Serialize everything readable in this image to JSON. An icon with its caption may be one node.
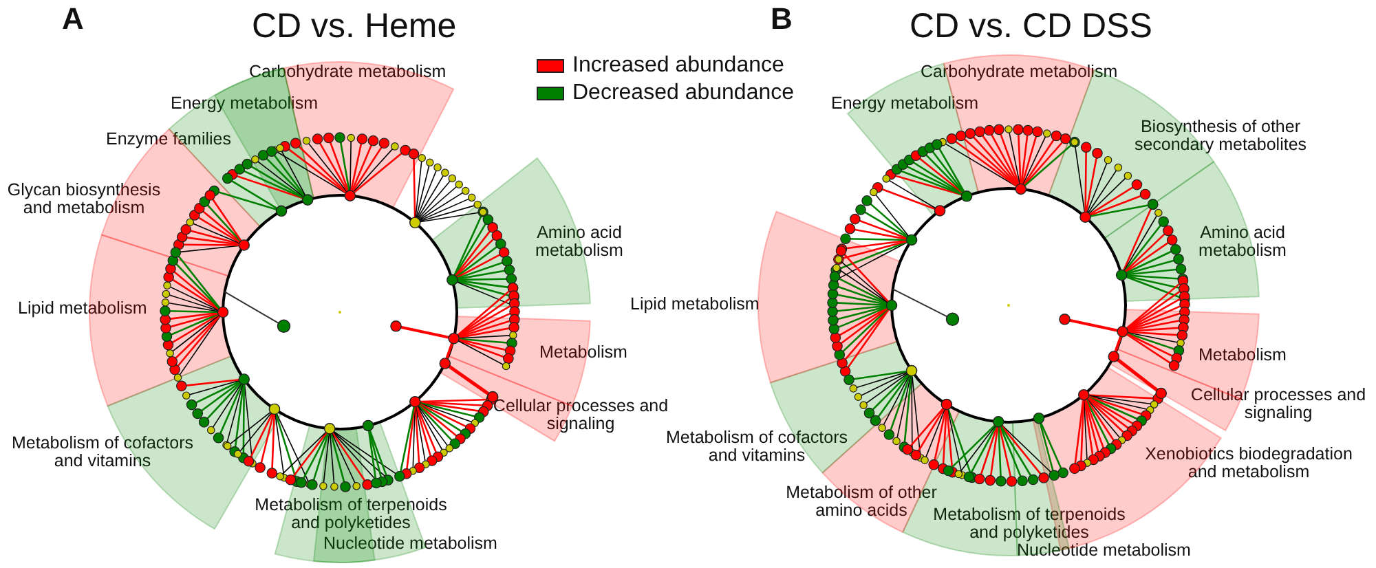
{
  "diagram": {
    "labels": [
      "A",
      "CD vs. Heme",
      "Carbohydrate metabolism",
      "Energy metabolism",
      "Enzyme families",
      "Glycan biosynthesis and metabolism",
      "Amino acid metabolism",
      "Lipid metabolism",
      "Metabolism",
      "Cellular processes and signaling",
      "Metabolism of cofactors and vitamins",
      "Metabolism of terpenoids and polyketides",
      "Nucleotide metabolism",
      "B",
      "CD vs. CD DSS",
      "Carbohydrate metabolism",
      "Energy metabolism",
      "Biosynthesis of other secondary metabolites",
      "Amino acid metabolism",
      "Lipid metabolism",
      "Metabolism",
      "Cellular processes and signaling",
      "Metabolism of cofactors and vitamins",
      "Xenobiotics biodegradation and metabolism",
      "Metabolism of other amino acids",
      "Metabolism of terpenoids and polyketides",
      "Nucleotide metabolism"
    ],
    "legend": [
      {
        "text": "Increased abundance",
        "color": "#ff0000"
      },
      {
        "text": "Decreased abundance",
        "color": "#008000"
      }
    ]
  }
}
